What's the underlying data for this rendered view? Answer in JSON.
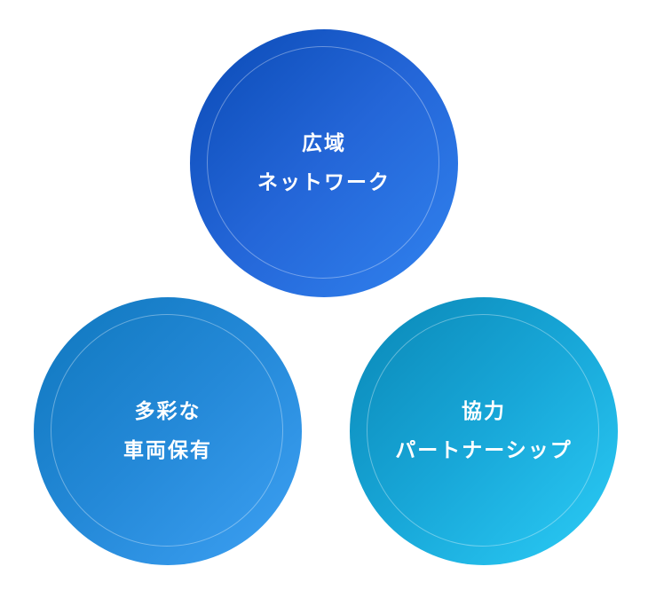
{
  "circles": [
    {
      "lines": [
        "広域",
        "ネットワーク"
      ]
    },
    {
      "lines": [
        "多彩な",
        "車両保有"
      ]
    },
    {
      "lines": [
        "協力",
        "パートナーシップ"
      ]
    }
  ]
}
